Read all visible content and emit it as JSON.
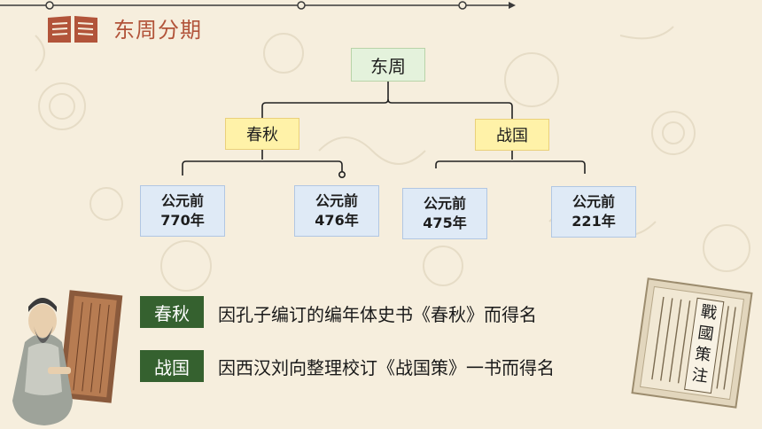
{
  "header": {
    "title": "东周分期",
    "icon": "book-icon"
  },
  "tree": {
    "root": "东周",
    "branches": [
      {
        "label": "春秋",
        "dates": [
          {
            "line1": "公元前",
            "line2": "770年"
          },
          {
            "line1": "公元前",
            "line2": "476年"
          }
        ]
      },
      {
        "label": "战国",
        "dates": [
          {
            "line1": "公元前",
            "line2": "475年"
          },
          {
            "line1": "公元前",
            "line2": "221年"
          }
        ]
      }
    ]
  },
  "explanations": [
    {
      "term": "春秋",
      "text": "因孔子编订的编年体史书《春秋》而得名"
    },
    {
      "term": "战国",
      "text": "因西汉刘向整理校订《战国策》一书而得名"
    }
  ],
  "colors": {
    "background": "#f6eedd",
    "title": "#b2543a",
    "root_fill": "#e4f2dc",
    "branch_fill": "#fff2a8",
    "date_fill": "#dfeaf6",
    "label_fill": "#35612f"
  },
  "images": {
    "book_title": "戰國策注"
  }
}
